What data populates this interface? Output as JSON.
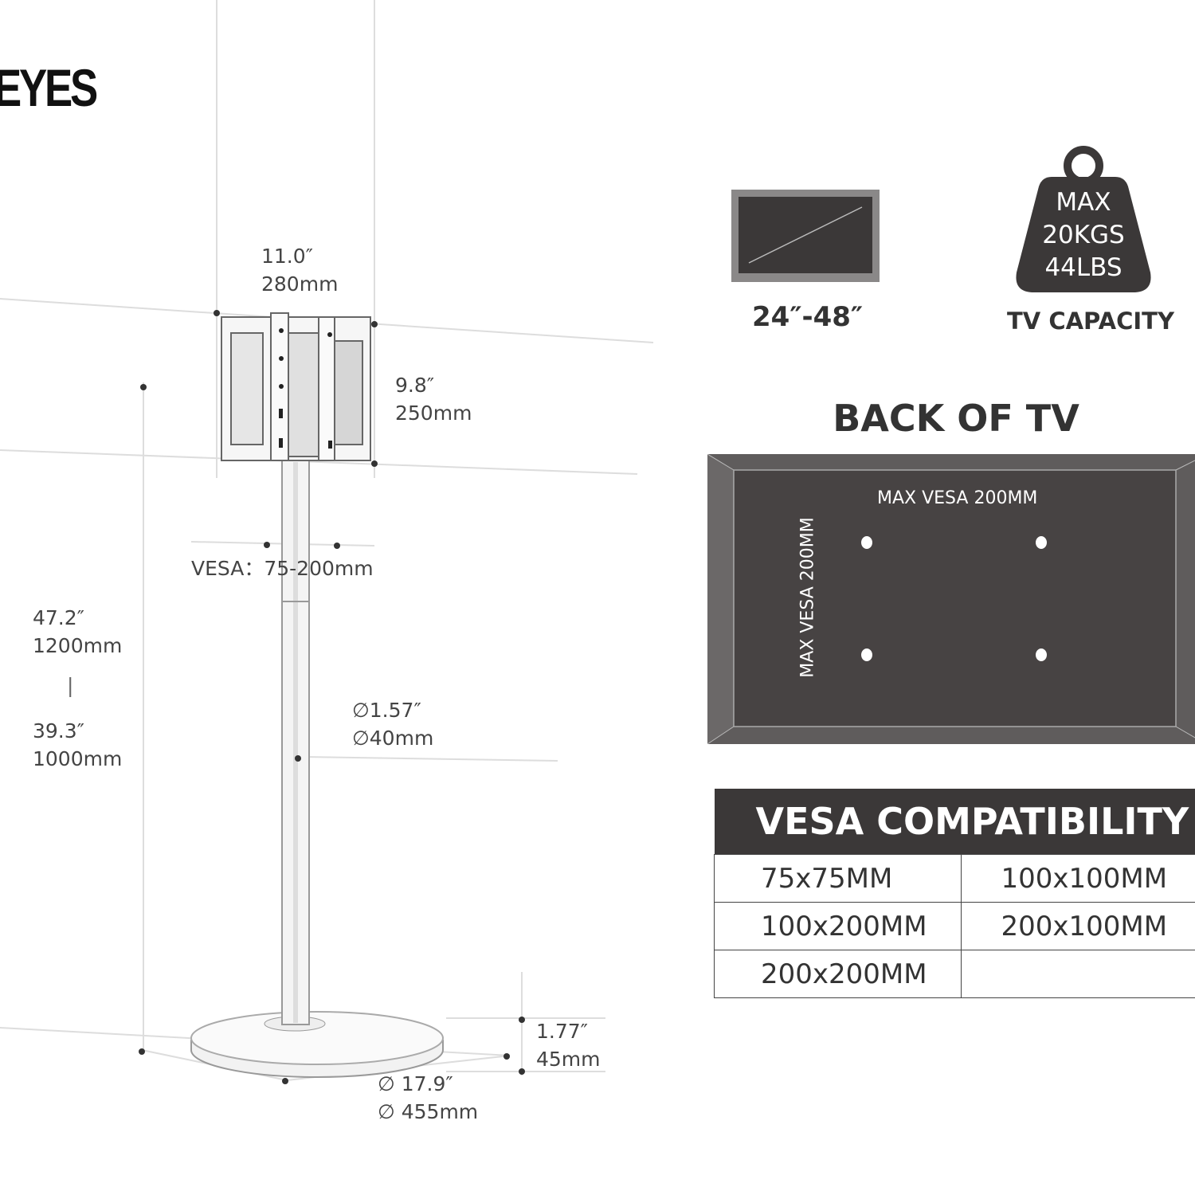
{
  "brand": "EYES",
  "dimensions": {
    "mount_width": [
      "11.0″",
      "280mm"
    ],
    "mount_height": [
      "9.8″",
      "250mm"
    ],
    "vesa": "VESA：75-200mm",
    "height_max": [
      "47.2″",
      "1200mm"
    ],
    "height_separator": "|",
    "height_min": [
      "39.3″",
      "1000mm"
    ],
    "pole_diameter": [
      "∅1.57″",
      "∅40mm"
    ],
    "base_thickness": [
      "1.77″",
      "45mm"
    ],
    "base_diameter": [
      "∅ 17.9″",
      "∅ 455mm"
    ]
  },
  "specs": {
    "screen_size": "24″-48″",
    "weight_icon_lines": [
      "MAX",
      "20KGS",
      "44LBS"
    ],
    "capacity_label": "TV CAPACITY"
  },
  "back_of_tv": {
    "title": "BACK OF TV",
    "horizontal_label": "MAX VESA 200MM",
    "vertical_label": "MAX VESA 200MM"
  },
  "vesa_table": {
    "title": "VESA COMPATIBILITY",
    "rows": [
      [
        "75x75MM",
        "100x100MM"
      ],
      [
        "100x200MM",
        "200x100MM"
      ],
      [
        "200x200MM",
        ""
      ]
    ]
  },
  "colors": {
    "dark": "#3b3838",
    "frame": "#5f5c5c"
  }
}
